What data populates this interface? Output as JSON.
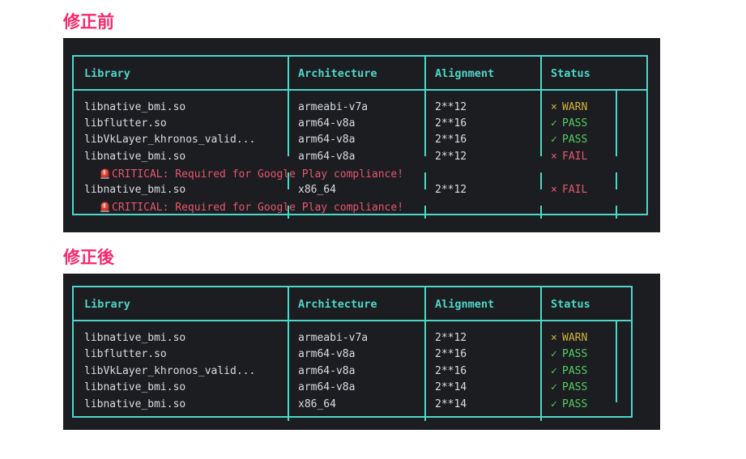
{
  "page": {
    "background": "#ffffff",
    "panel_background": "#1B1D21",
    "border_color": "#4FD6C9",
    "accent_pink": "#F7286B"
  },
  "sections": [
    {
      "title": "修正前",
      "table": {
        "columns": [
          "Library",
          "Architecture",
          "Alignment",
          "Status"
        ],
        "rows": [
          {
            "library": "libnative_bmi.so",
            "architecture": "armeabi-v7a",
            "alignment": "2**12",
            "status_mark": "×",
            "status": "WARN",
            "status_kind": "warn",
            "note": null
          },
          {
            "library": "libflutter.so",
            "architecture": "arm64-v8a",
            "alignment": "2**16",
            "status_mark": "✓",
            "status": "PASS",
            "status_kind": "pass",
            "note": null
          },
          {
            "library": "libVkLayer_khronos_valid...",
            "architecture": "arm64-v8a",
            "alignment": "2**16",
            "status_mark": "✓",
            "status": "PASS",
            "status_kind": "pass",
            "note": null
          },
          {
            "library": "libnative_bmi.so",
            "architecture": "arm64-v8a",
            "alignment": "2**12",
            "status_mark": "×",
            "status": "FAIL",
            "status_kind": "fail",
            "note": "CRITICAL: Required for Google Play compliance!"
          },
          {
            "library": "libnative_bmi.so",
            "architecture": "x86_64",
            "alignment": "2**12",
            "status_mark": "×",
            "status": "FAIL",
            "status_kind": "fail",
            "note": "CRITICAL: Required for Google Play compliance!"
          }
        ]
      }
    },
    {
      "title": "修正後",
      "table": {
        "columns": [
          "Library",
          "Architecture",
          "Alignment",
          "Status"
        ],
        "rows": [
          {
            "library": "libnative_bmi.so",
            "architecture": "armeabi-v7a",
            "alignment": "2**12",
            "status_mark": "×",
            "status": "WARN",
            "status_kind": "warn",
            "note": null
          },
          {
            "library": "libflutter.so",
            "architecture": "arm64-v8a",
            "alignment": "2**16",
            "status_mark": "✓",
            "status": "PASS",
            "status_kind": "pass",
            "note": null
          },
          {
            "library": "libVkLayer_khronos_valid...",
            "architecture": "arm64-v8a",
            "alignment": "2**16",
            "status_mark": "✓",
            "status": "PASS",
            "status_kind": "pass",
            "note": null
          },
          {
            "library": "libnative_bmi.so",
            "architecture": "arm64-v8a",
            "alignment": "2**14",
            "status_mark": "✓",
            "status": "PASS",
            "status_kind": "pass",
            "note": null
          },
          {
            "library": "libnative_bmi.so",
            "architecture": "x86_64",
            "alignment": "2**14",
            "status_mark": "✓",
            "status": "PASS",
            "status_kind": "pass",
            "note": null
          }
        ]
      }
    }
  ]
}
